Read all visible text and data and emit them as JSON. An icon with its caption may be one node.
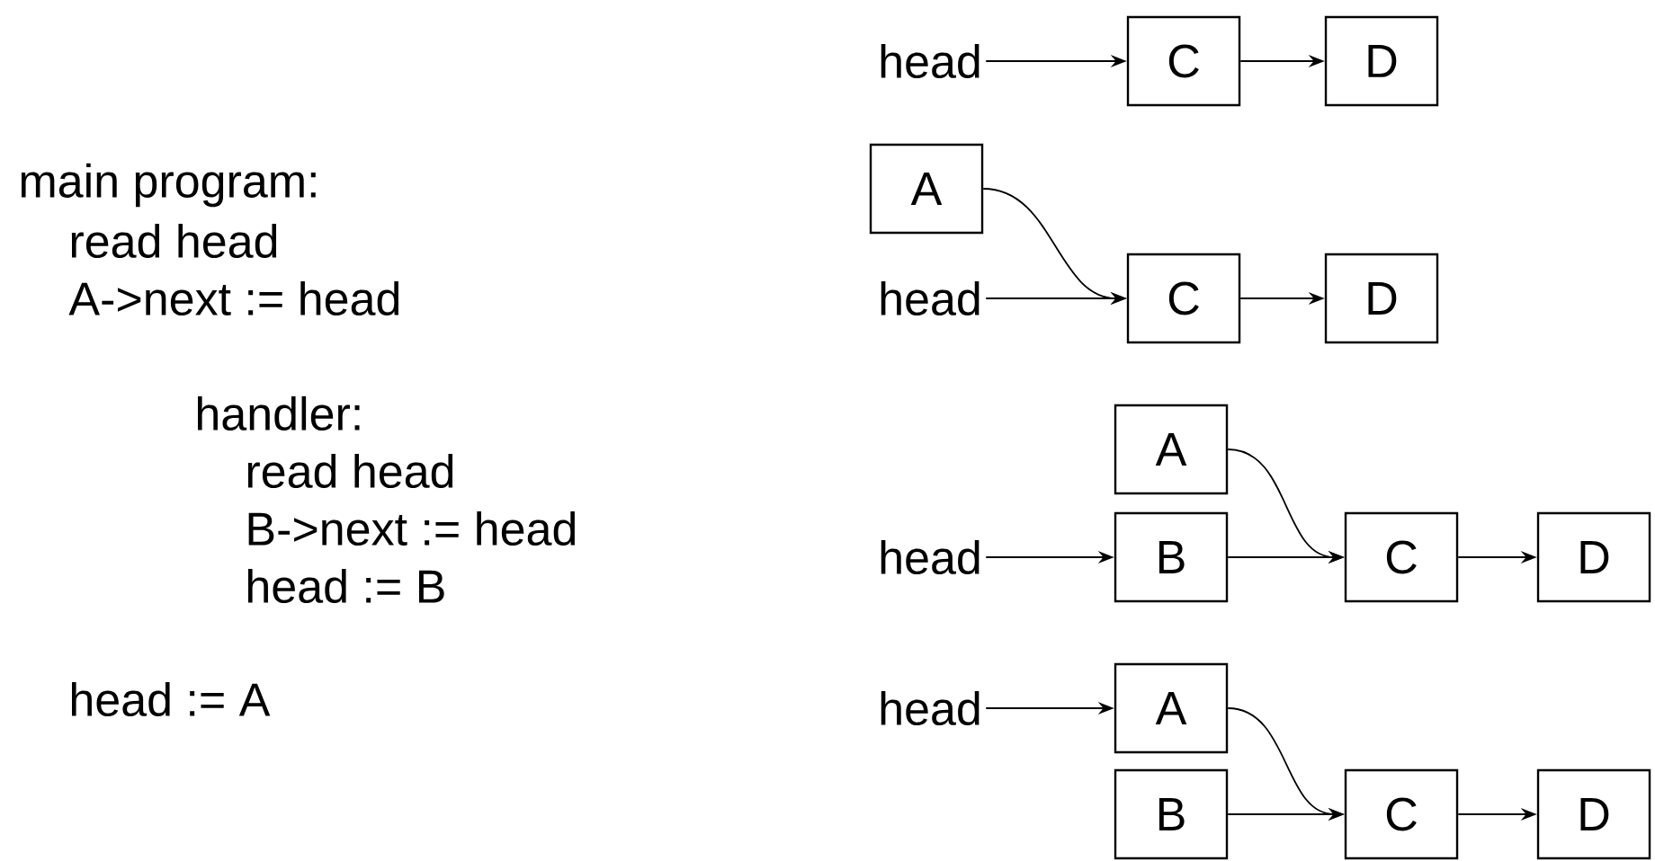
{
  "diagram": {
    "nodes": [
      {
        "text": [
          "head"
        ]
      },
      {
        "text": [
          "C"
        ]
      },
      {
        "text": [
          "D"
        ]
      },
      {
        "text": [
          "A"
        ]
      },
      {
        "text": [
          "head"
        ]
      },
      {
        "text": [
          "C"
        ]
      },
      {
        "text": [
          "D"
        ]
      },
      {
        "text": [
          "A"
        ]
      },
      {
        "text": [
          "head"
        ]
      },
      {
        "text": [
          "B"
        ]
      },
      {
        "text": [
          "C"
        ]
      },
      {
        "text": [
          "D"
        ]
      },
      {
        "text": [
          "head"
        ]
      },
      {
        "text": [
          "A"
        ]
      },
      {
        "text": [
          "B"
        ]
      },
      {
        "text": [
          "C"
        ]
      },
      {
        "text": [
          "D"
        ]
      }
    ],
    "edges": [
      {
        "from": 0,
        "to": 1,
        "arrow": "to"
      },
      {
        "from": 1,
        "to": 2,
        "arrow": "to"
      },
      {
        "from": 3,
        "to": 5,
        "arrow": "to"
      },
      {
        "from": 4,
        "to": 5,
        "arrow": "to"
      },
      {
        "from": 5,
        "to": 6,
        "arrow": "to"
      },
      {
        "from": 8,
        "to": 9,
        "arrow": "to"
      },
      {
        "from": 7,
        "to": 10,
        "arrow": "to"
      },
      {
        "from": 9,
        "to": 10,
        "arrow": "to"
      },
      {
        "from": 10,
        "to": 11,
        "arrow": "to"
      },
      {
        "from": 12,
        "to": 13,
        "arrow": "to"
      },
      {
        "from": 13,
        "to": 15,
        "arrow": "to"
      },
      {
        "from": 14,
        "to": 15,
        "arrow": "to"
      },
      {
        "from": 15,
        "to": 16,
        "arrow": "to"
      }
    ],
    "labels": [
      "main program:",
      "read head",
      "A->next := head",
      "handler:",
      "read head",
      "B->next := head",
      "head := B",
      "head := A"
    ]
  }
}
